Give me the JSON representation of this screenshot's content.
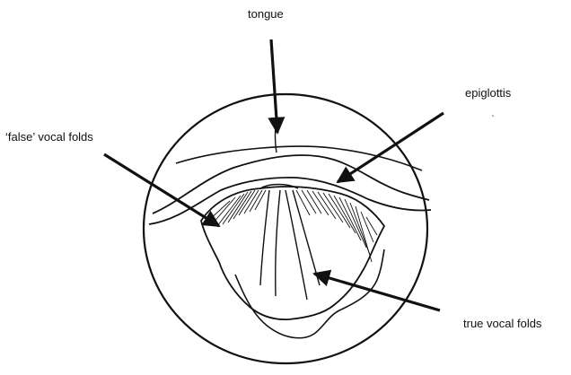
{
  "labels": {
    "tongue": "tongue",
    "epiglottis": "epiglottis",
    "false_vocal_folds": "‘false’ vocal folds",
    "true_vocal_folds": "true vocal folds"
  },
  "colors": {
    "ink": "#111111",
    "background": "#ffffff"
  }
}
